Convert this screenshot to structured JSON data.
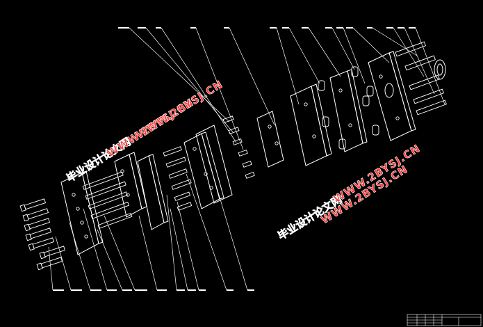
{
  "watermarks": [
    {
      "cn": "毕业设计论文网",
      "url": "WWW.2BYSJ.CN"
    },
    {
      "cn": "毕业设计论文网",
      "url": "WWW.2BYSJ.CN"
    }
  ],
  "colors": {
    "background": "#000000",
    "linework": "#ffffff",
    "watermark_fill": "#ff3b3b"
  }
}
